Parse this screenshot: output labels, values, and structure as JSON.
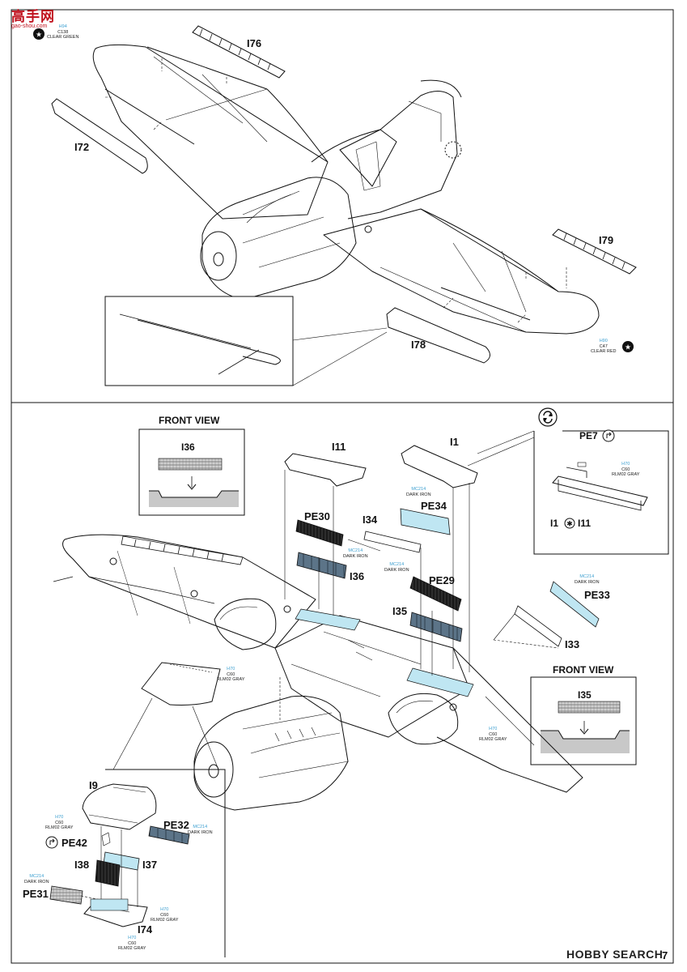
{
  "logo": {
    "title": "高手网",
    "url": "gao-shou.com"
  },
  "colors": {
    "ink": "#111111",
    "light_blue": "#bfe6f2",
    "steel": "#5c7488",
    "dark_part": "#1a1a1a",
    "code_blue": "#3c9fd0",
    "logo_red": "#c0121e"
  },
  "upper": {
    "parts": {
      "i76": "I76",
      "i72": "I72",
      "i79": "I79",
      "i78": "I78"
    },
    "paint_left": {
      "code": "H94",
      "num": "C138",
      "name": "CLEAR GREEN"
    },
    "paint_right": {
      "code": "H90",
      "num": "C47",
      "name": "CLEAR RED"
    }
  },
  "lower": {
    "front_view_1": {
      "title": "FRONT VIEW",
      "part": "I36"
    },
    "front_view_2": {
      "title": "FRONT VIEW",
      "part": "I35"
    },
    "parts": {
      "i11": "I11",
      "i1": "I1",
      "pe30": "PE30",
      "i34": "I34",
      "pe34": "PE34",
      "i36": "I36",
      "pe29": "PE29",
      "i35": "I35",
      "pe33": "PE33",
      "i33": "I33",
      "pe7": "PE7",
      "i1_i11": [
        "I1",
        "I11"
      ],
      "i9": "I9",
      "pe32": "PE32",
      "pe42": "PE42",
      "i38": "I38",
      "i37": "I37",
      "pe31": "PE31",
      "i74": "I74"
    },
    "paints": {
      "dark_iron": {
        "code": "MC214",
        "name": "DARK IRON"
      },
      "rlm02": {
        "code": "H70",
        "num": "C60",
        "name": "RLM02 GRAY"
      }
    }
  },
  "footer": {
    "watermark": "HOBBY SEARCH",
    "page_number": "7"
  }
}
